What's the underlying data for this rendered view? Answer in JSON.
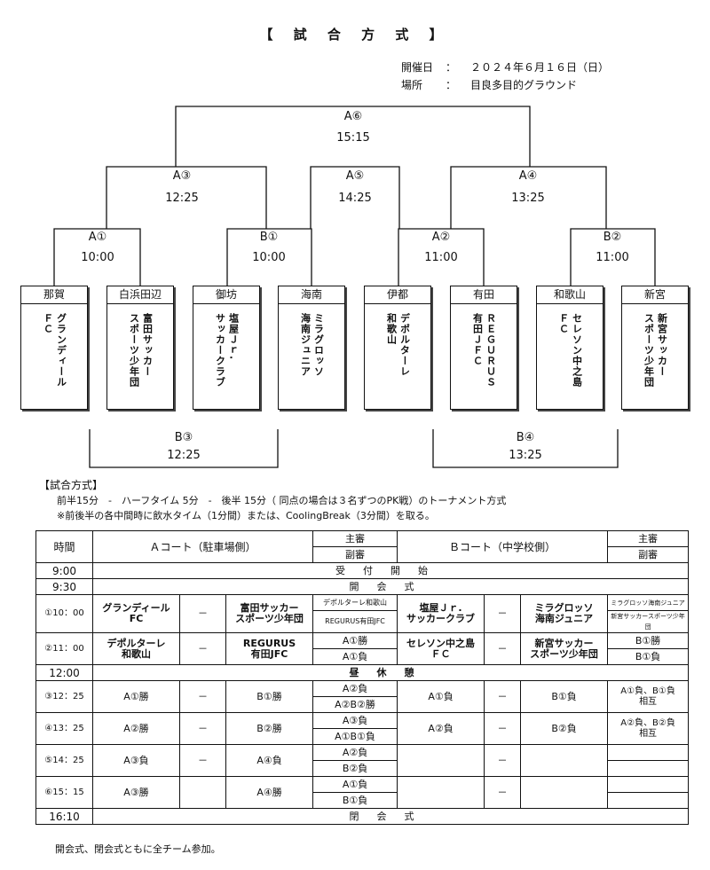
{
  "title": "【 試 合 方 式 】",
  "info": {
    "date_label": "開催日",
    "date_value": "２０２４年６月１６日（日）",
    "venue_label": "場所",
    "venue_value": "目良多目的グラウンド",
    "colon": "："
  },
  "bracket": {
    "final": {
      "label": "A⑥",
      "time": "15:15"
    },
    "semis": [
      {
        "label": "A③",
        "time": "12:25"
      },
      {
        "label": "A⑤",
        "time": "14:25"
      },
      {
        "label": "A④",
        "time": "13:25"
      }
    ],
    "round1": [
      {
        "label": "A①",
        "time": "10:00"
      },
      {
        "label": "B①",
        "time": "10:00"
      },
      {
        "label": "A②",
        "time": "11:00"
      },
      {
        "label": "B②",
        "time": "11:00"
      }
    ],
    "consolation": [
      {
        "label": "B③",
        "time": "12:25"
      },
      {
        "label": "B④",
        "time": "13:25"
      }
    ],
    "teams": [
      {
        "region": "那賀",
        "cols": [
          "グランディール",
          "ＦＣ"
        ]
      },
      {
        "region": "白浜田辺",
        "cols": [
          "富田サッカー",
          "スポーツ少年団"
        ]
      },
      {
        "region": "御坊",
        "cols": [
          "塩屋Ｊｒ.",
          "サッカークラブ"
        ]
      },
      {
        "region": "海南",
        "cols": [
          "ミラグロッソ",
          "海南ジュニア"
        ]
      },
      {
        "region": "伊都",
        "cols": [
          "デポルターレ",
          "和歌山"
        ]
      },
      {
        "region": "有田",
        "cols": [
          "ＲＥＧＵＲＵＳ",
          "有田ＪＦＣ"
        ]
      },
      {
        "region": "和歌山",
        "cols": [
          "セレソン中之島",
          "ＦＣ"
        ]
      },
      {
        "region": "新宮",
        "cols": [
          "新宮サッカー",
          "スポーツ少年団"
        ]
      }
    ]
  },
  "rules": {
    "heading": "【試合方式】",
    "line1": "前半15分　-　ハーフタイム 5分　-　後半 15分（ 同点の場合は３名ずつのPK戦）のトーナメント方式",
    "line2": "※前後半の各中間時に飲水タイム（1分間）または、CoolingBreak（3分間）を取る。"
  },
  "schedule": {
    "header": {
      "time": "時間",
      "court_a": "Ａコート（駐車場側）",
      "court_b": "Ｂコート（中学校側）",
      "referee": "主審",
      "sub_referee": "副審"
    },
    "dash": "－",
    "r900": {
      "time": "9:00",
      "event": "受付開始"
    },
    "r930": {
      "time": "9:30",
      "event": "開会式"
    },
    "m1": {
      "time": "①10：00",
      "a_home": "グランディール\nFC",
      "a_away": "富田サッカー\nスポーツ少年団",
      "a_ref": "デポルターレ和歌山",
      "a_sub": "REGURUS有田JFC",
      "b_home": "塩屋Ｊｒ.\nサッカークラブ",
      "b_away": "ミラグロッソ\n海南ジュニア",
      "b_ref": "ミラグロッソ海南ジュニア",
      "b_sub": "新宮サッカースポーツ少年団"
    },
    "m2": {
      "time": "②11：00",
      "a_home": "デポルターレ\n和歌山",
      "a_away": "REGURUS\n有田JFC",
      "a_ref": "A①勝",
      "a_sub": "A①負",
      "b_home": "セレソン中之島\nＦＣ",
      "b_away": "新宮サッカー\nスポーツ少年団",
      "b_ref": "B①勝",
      "b_sub": "B①負"
    },
    "r1200": {
      "time": "12:00",
      "event": "昼休憩"
    },
    "m3": {
      "time": "③12：25",
      "a_home": "A①勝",
      "a_away": "B①勝",
      "a_ref": "A②負",
      "a_sub": "A②B②勝",
      "b_home": "A①負",
      "b_away": "B①負",
      "b_ref": "A①負、B①負\n相互"
    },
    "m4": {
      "time": "④13：25",
      "a_home": "A②勝",
      "a_away": "B②勝",
      "a_ref": "A③負",
      "a_sub": "A①B①負",
      "b_home": "A②負",
      "b_away": "B②負",
      "b_ref": "A②負、B②負\n相互"
    },
    "m5": {
      "time": "⑤14：25",
      "a_home": "A③負",
      "a_away": "A④負",
      "a_ref": "A②負",
      "a_sub": "B②負"
    },
    "m6": {
      "time": "⑥15：15",
      "a_home": "A③勝",
      "a_away": "A④勝",
      "a_ref": "A①負",
      "a_sub": "B①負"
    },
    "r1610": {
      "time": "16:10",
      "event": "閉会式"
    }
  },
  "footer": "開会式、閉会式ともに全チーム参加。"
}
